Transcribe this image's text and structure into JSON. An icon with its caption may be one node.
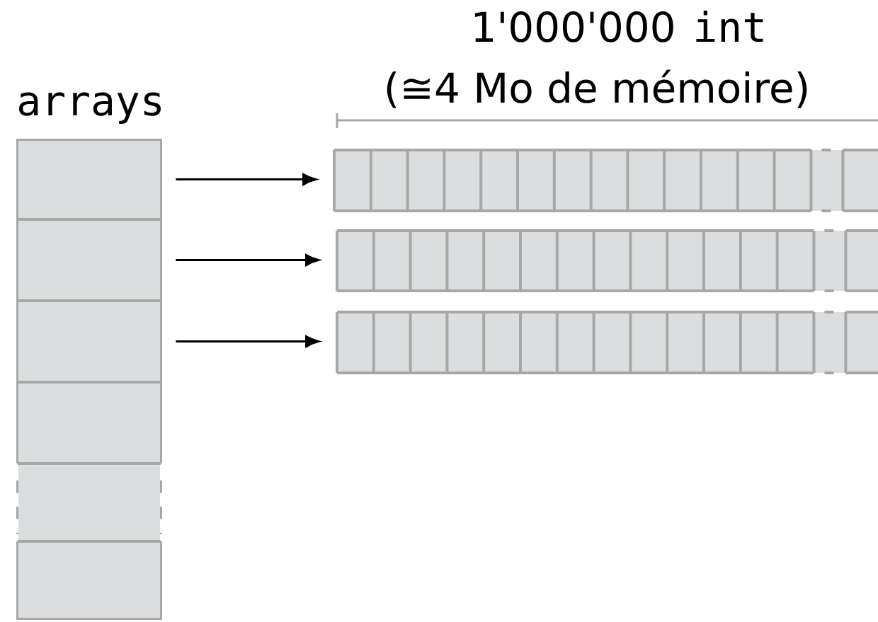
{
  "diagram": {
    "nodes": [
      {
        "text": [
          "arrays"
        ]
      },
      {
        "text": [],
        "shape": "box",
        "in": 0
      },
      {
        "text": [],
        "shape": "box",
        "in": 0
      },
      {
        "text": [],
        "shape": "box",
        "in": 0
      },
      {
        "text": [],
        "shape": "box",
        "in": 0
      },
      {
        "text": [],
        "shape": "box",
        "in": 0
      },
      {
        "text": [],
        "shape": "box",
        "in": 0
      },
      {
        "text": [],
        "shape": "bar"
      },
      {
        "text": [],
        "shape": "bar"
      },
      {
        "text": [],
        "shape": "bar"
      }
    ],
    "edges": [
      {
        "from": 1,
        "to": 7,
        "arrow": "to"
      },
      {
        "from": 2,
        "to": 8,
        "arrow": "to"
      },
      {
        "from": 3,
        "to": 9,
        "arrow": "to"
      }
    ],
    "labels": [
      "1'000'000",
      "int",
      "(≅4 Mo de mémoire)"
    ]
  }
}
